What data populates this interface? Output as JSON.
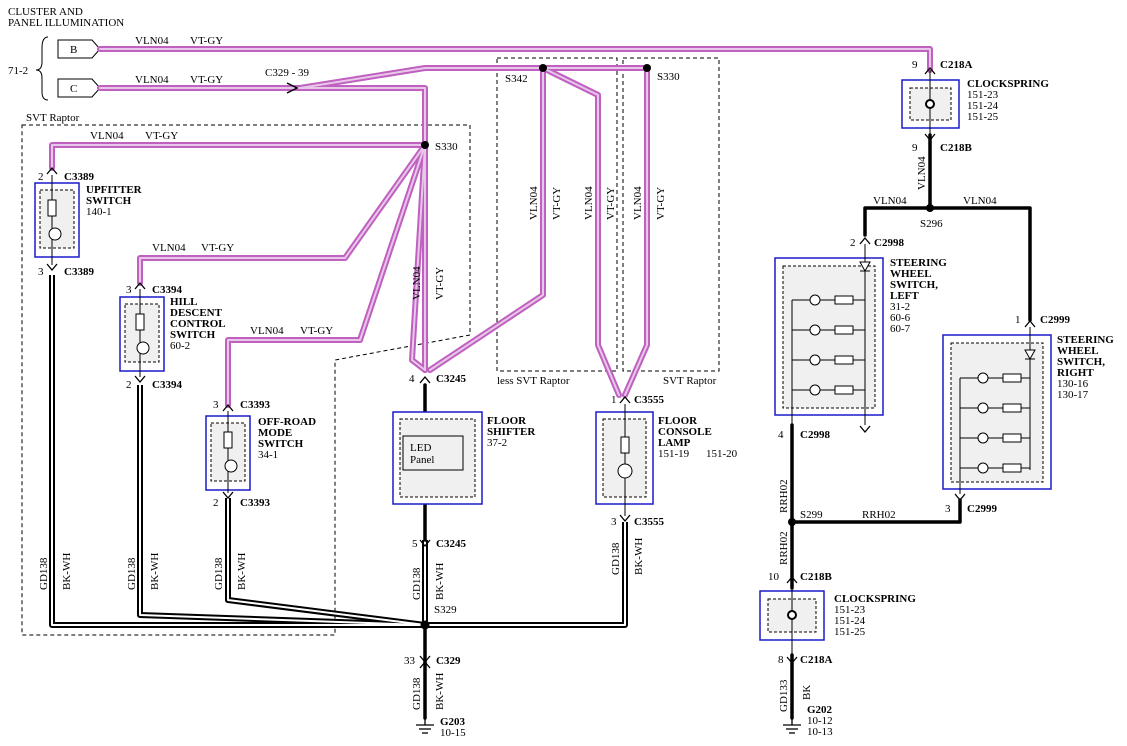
{
  "title": {
    "line1": "CLUSTER AND",
    "line2": "PANEL ILLUMINATION"
  },
  "ref_71": "71-2",
  "conn_b": "B",
  "conn_c": "C",
  "wire_vln04": "VLN04",
  "wire_vtgy": "VT-GY",
  "wire_gd138": "GD138",
  "wire_bkwh": "BK-WH",
  "wire_rrh02": "RRH02",
  "wire_gd133": "GD133",
  "wire_bk": "BK",
  "c329_39": "C329 - 39",
  "svt_raptor": "SVT Raptor",
  "less_svt_raptor": "less SVT Raptor",
  "splices": {
    "s342": "S342",
    "s330": "S330",
    "s296": "S296",
    "s299": "S299",
    "s329": "S329"
  },
  "connectors": {
    "c218a": "C218A",
    "c218b": "C218B",
    "c3389": "C3389",
    "c3394": "C3394",
    "c3393": "C3393",
    "c3245": "C3245",
    "c3555": "C3555",
    "c2998": "C2998",
    "c2999": "C2999",
    "c329": "C329"
  },
  "pins": {
    "p1": "1",
    "p2": "2",
    "p3": "3",
    "p4": "4",
    "p5": "5",
    "p8": "8",
    "p9": "9",
    "p10": "10",
    "p33": "33"
  },
  "clockspring_top": {
    "name": "CLOCKSPRING",
    "r1": "151-23",
    "r2": "151-24",
    "r3": "151-25"
  },
  "clockspring_bottom": {
    "name": "CLOCKSPRING",
    "r1": "151-23",
    "r2": "151-24",
    "r3": "151-25"
  },
  "upfitter": {
    "l1": "UPFITTER",
    "l2": "SWITCH",
    "ref": "140-1"
  },
  "hill_descent": {
    "l1": "HILL",
    "l2": "DESCENT",
    "l3": "CONTROL",
    "l4": "SWITCH",
    "ref": "60-2"
  },
  "off_road": {
    "l1": "OFF-ROAD",
    "l2": "MODE",
    "l3": "SWITCH",
    "ref": "34-1"
  },
  "floor_shifter": {
    "l1": "FLOOR",
    "l2": "SHIFTER",
    "ref": "37-2",
    "led1": "LED",
    "led2": "Panel"
  },
  "floor_console": {
    "l1": "FLOOR",
    "l2": "CONSOLE",
    "l3": "LAMP",
    "ref1": "151-19",
    "ref2": "151-20"
  },
  "sw_left": {
    "l1": "STEERING",
    "l2": "WHEEL",
    "l3": "SWITCH,",
    "l4": "LEFT",
    "r1": "31-2",
    "r2": "60-6",
    "r3": "60-7"
  },
  "sw_right": {
    "l1": "STEERING",
    "l2": "WHEEL",
    "l3": "SWITCH,",
    "l4": "RIGHT",
    "r1": "130-16",
    "r2": "130-17"
  },
  "g203": {
    "name": "G203",
    "ref": "10-15"
  },
  "g202": {
    "name": "G202",
    "r1": "10-12",
    "r2": "10-13"
  }
}
